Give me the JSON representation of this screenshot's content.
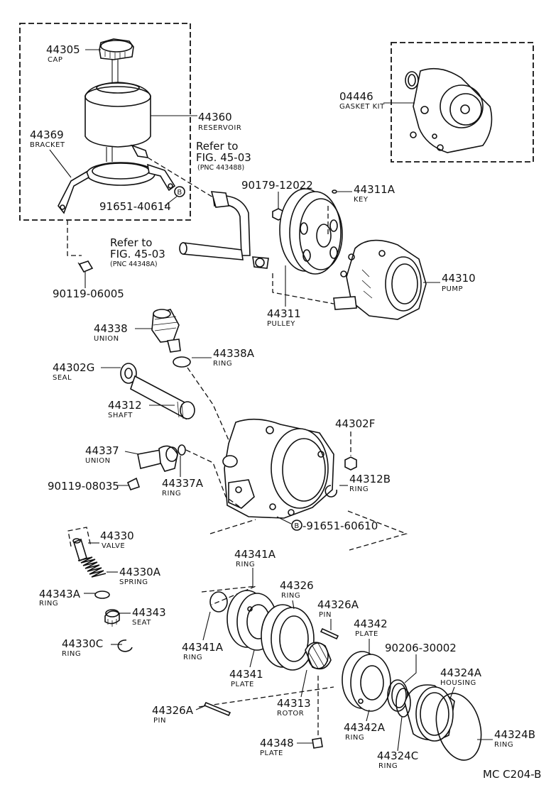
{
  "diagram_code": "MC C204-B",
  "boxed_marker": "B",
  "references": [
    {
      "line1": "Refer to",
      "line2": "FIG. 45-03",
      "line3": "(PNC 443488)"
    },
    {
      "line1": "Refer to",
      "line2": "FIG. 45-03",
      "line3": "(PNC 44348A)"
    }
  ],
  "parts": {
    "p44305": {
      "number": "44305",
      "name": "CAP"
    },
    "p44360": {
      "number": "44360",
      "name": "RESERVOIR"
    },
    "p44369": {
      "number": "44369",
      "name": "BRACKET"
    },
    "p91651_40614": {
      "number": "91651-40614"
    },
    "p90119_06005": {
      "number": "90119-06005"
    },
    "p04446": {
      "number": "04446",
      "name": "GASKET KIT"
    },
    "p90179_12022": {
      "number": "90179-12022"
    },
    "p44311A": {
      "number": "44311A",
      "name": "KEY"
    },
    "p44310": {
      "number": "44310",
      "name": "PUMP"
    },
    "p44311": {
      "number": "44311",
      "name": "PULLEY"
    },
    "p44338": {
      "number": "44338",
      "name": "UNION"
    },
    "p44338A": {
      "number": "44338A",
      "name": "RING"
    },
    "p44302G": {
      "number": "44302G",
      "name": "SEAL"
    },
    "p44312": {
      "number": "44312",
      "name": "SHAFT"
    },
    "p44302F": {
      "number": "44302F"
    },
    "p44337": {
      "number": "44337",
      "name": "UNION"
    },
    "p44337A": {
      "number": "44337A",
      "name": "RING"
    },
    "p90119_08035": {
      "number": "90119-08035"
    },
    "p44312B": {
      "number": "44312B",
      "name": "RING"
    },
    "p91651_60610": {
      "number": "-91651-60610"
    },
    "p44330": {
      "number": "44330",
      "name": "VALVE"
    },
    "p44330A": {
      "number": "44330A",
      "name": "SPRING"
    },
    "p44343A": {
      "number": "44343A",
      "name": "RING"
    },
    "p44343": {
      "number": "44343",
      "name": "SEAT"
    },
    "p44330C": {
      "number": "44330C",
      "name": "RING"
    },
    "p44341A_top": {
      "number": "44341A",
      "name": "RING"
    },
    "p44326": {
      "number": "44326",
      "name": "RING"
    },
    "p44326A_top": {
      "number": "44326A",
      "name": "PIN"
    },
    "p44342": {
      "number": "44342",
      "name": "PLATE"
    },
    "p90206_30002": {
      "number": "90206-30002"
    },
    "p44341A": {
      "number": "44341A",
      "name": "RING"
    },
    "p44341": {
      "number": "44341",
      "name": "PLATE"
    },
    "p44324A": {
      "number": "44324A",
      "name": "HOUSING"
    },
    "p44326A": {
      "number": "44326A",
      "name": "PIN"
    },
    "p44313": {
      "number": "44313",
      "name": "ROTOR"
    },
    "p44342A": {
      "number": "44342A",
      "name": "RING"
    },
    "p44324B": {
      "number": "44324B",
      "name": "RING"
    },
    "p44348": {
      "number": "44348",
      "name": "PLATE"
    },
    "p44324C": {
      "number": "44324C",
      "name": "RING"
    }
  }
}
